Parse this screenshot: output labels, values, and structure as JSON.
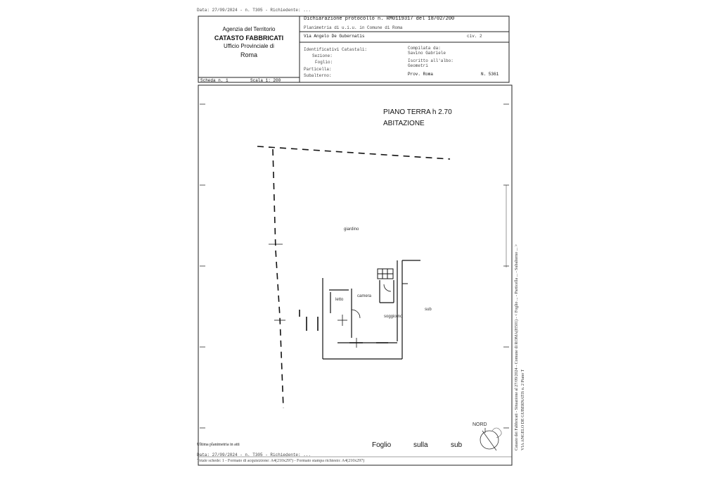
{
  "top_stamp": "Data: 27/09/2024 - n. T305 - Richiedente: ...",
  "agency": {
    "line1": "Agenzia del Territorio",
    "line2": "CATASTO FABBRICATI",
    "line3": "Ufficio Provinciale di",
    "line4": "Roma"
  },
  "header": {
    "protocol": "Dichiarazione protocollo n. RM0119317 del 18/02/200",
    "planimetria": "Planimetria di u.i.u. in Comune di Roma",
    "address": "Via Angelo De Gubernatis",
    "civ": "civ. 2",
    "identificativi": "Identificativi Catastali:",
    "sezione": "Sezione:",
    "foglio": "Foglio:",
    "particella": "Particella:",
    "subalterno": "Subalterno:",
    "compilata": "Compilata da:",
    "compilata_name": "Savino Gabriele",
    "iscritto": "Iscritto all'albo:",
    "iscritto_val": "Geometri",
    "prov": "Prov. Roma",
    "num": "N. 5361"
  },
  "scheda": "Scheda n. 1",
  "scala": "Scala 1: 200",
  "plan": {
    "floor_label": "PIANO TERRA h 2.70",
    "use_label": "ABITAZIONE",
    "giardino": "giardino",
    "letto": "letto",
    "camera": "camera",
    "soggiorno": "soggiorno",
    "sub": "sub",
    "nord": "NORD"
  },
  "footer": {
    "ultima": "Ultima planimetria in atti",
    "foglio_text": "Foglio",
    "sulla": "sulla",
    "sub": "sub",
    "stamp_line1": "Data: 27/09/2024 - n. T305 - Richiedente: ...",
    "stamp_line2": "Totale schede: 1 - Formato di acquisizione: A4(210x297) - Formato stampa richiesto: A4(210x297)"
  },
  "side_text": {
    "line1": "Catasto dei Fabbricati - Situazione al 27/09/2024 - Comune di ROMA(H501) - < Foglio ... - Particella ... - Subalterno ... >",
    "line2": "VIA ANGELO DE GUBERNATIS n. 2 Piano T"
  }
}
